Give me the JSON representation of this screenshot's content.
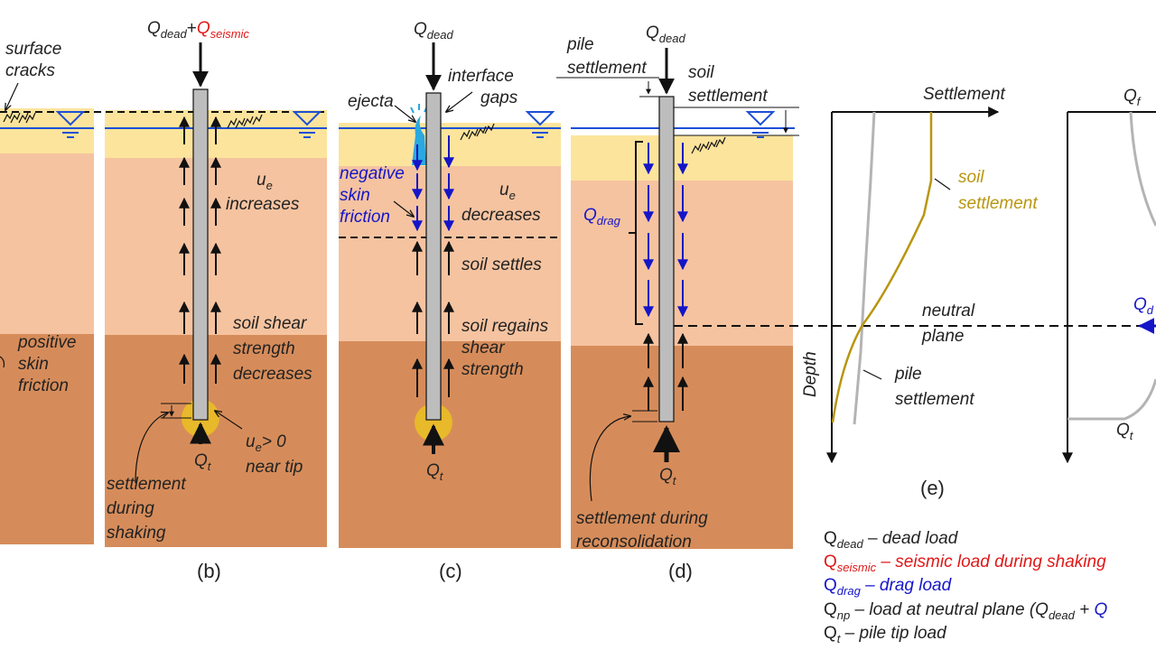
{
  "panel_a": {
    "surface_cracks": [
      "surface",
      "cracks"
    ],
    "positive_skin_friction": [
      "positive",
      "skin",
      "friction"
    ]
  },
  "panel_b": {
    "load": {
      "q": "Q",
      "dead_sub": "dead",
      "plus": "+",
      "seismic_sub": "seismic"
    },
    "ue_sub": "e",
    "ue_increases": "increases",
    "soil_shear_strength_decreases": [
      "soil shear",
      "strength",
      "decreases"
    ],
    "ue_gt0_near_tip": [
      "> 0",
      "near tip"
    ],
    "settlement_during_shaking": [
      "settlement",
      "during",
      "shaking"
    ],
    "qt_sub": "t",
    "caption": "(b)"
  },
  "panel_c": {
    "qdead_sub": "dead",
    "ejecta": "ejecta",
    "interface_gaps": [
      "interface",
      "gaps"
    ],
    "negative_skin_friction": [
      "negative",
      "skin",
      "friction"
    ],
    "ue_decreases": "decreases",
    "soil_settles": "soil settles",
    "soil_regains_shear_strength": [
      "soil regains",
      "shear",
      "strength"
    ],
    "caption": "(c)"
  },
  "panel_d": {
    "pile_settlement": [
      "pile",
      "settlement"
    ],
    "soil_settlement": [
      "soil",
      "settlement"
    ],
    "drag_sub": "drag",
    "settlement_during_reconsolidation": [
      "settlement during",
      "reconsolidation"
    ],
    "caption": "(d)"
  },
  "panel_e": {
    "settlement_axis": "Settlement",
    "depth_axis": "Depth",
    "soil_settlement": [
      "soil",
      "settlement"
    ],
    "neutral_plane": [
      "neutral",
      "plane"
    ],
    "pile_settlement": [
      "pile",
      "settlement"
    ],
    "caption": "(e)"
  },
  "panel_f": {
    "qf_sub": "f",
    "qt_sub": "t",
    "cut_label": "Q",
    "cut_sub": "d"
  },
  "legend": [
    {
      "sym": "Q",
      "sub": "dead",
      "text": " – dead load",
      "color": "#222222"
    },
    {
      "sym": "Q",
      "sub": "seismic",
      "text": " – seismic load during shaking",
      "color": "#e01818"
    },
    {
      "sym": "Q",
      "sub": "drag",
      "text": " –  drag load",
      "color": "#1515c8"
    },
    {
      "sym": "Q",
      "sub": "np",
      "text": " –  load at neutral plane (Q",
      "sub2": "dead",
      "text2": " + ",
      "tail": "Q",
      "color": "#222222"
    },
    {
      "sym": "Q",
      "sub": "t",
      "text": " –    pile tip load",
      "color": "#222222"
    }
  ],
  "colors": {
    "sand": "#fce49c",
    "clay_light": "#f5c3a0",
    "clay_dark": "#d68c5a",
    "pile": "#bdbdbd",
    "water": "#1d4fd6",
    "drag": "#1515c8",
    "soil_settlement_curve": "#b8960f",
    "pile_settlement_curve": "#b4b4b4"
  }
}
